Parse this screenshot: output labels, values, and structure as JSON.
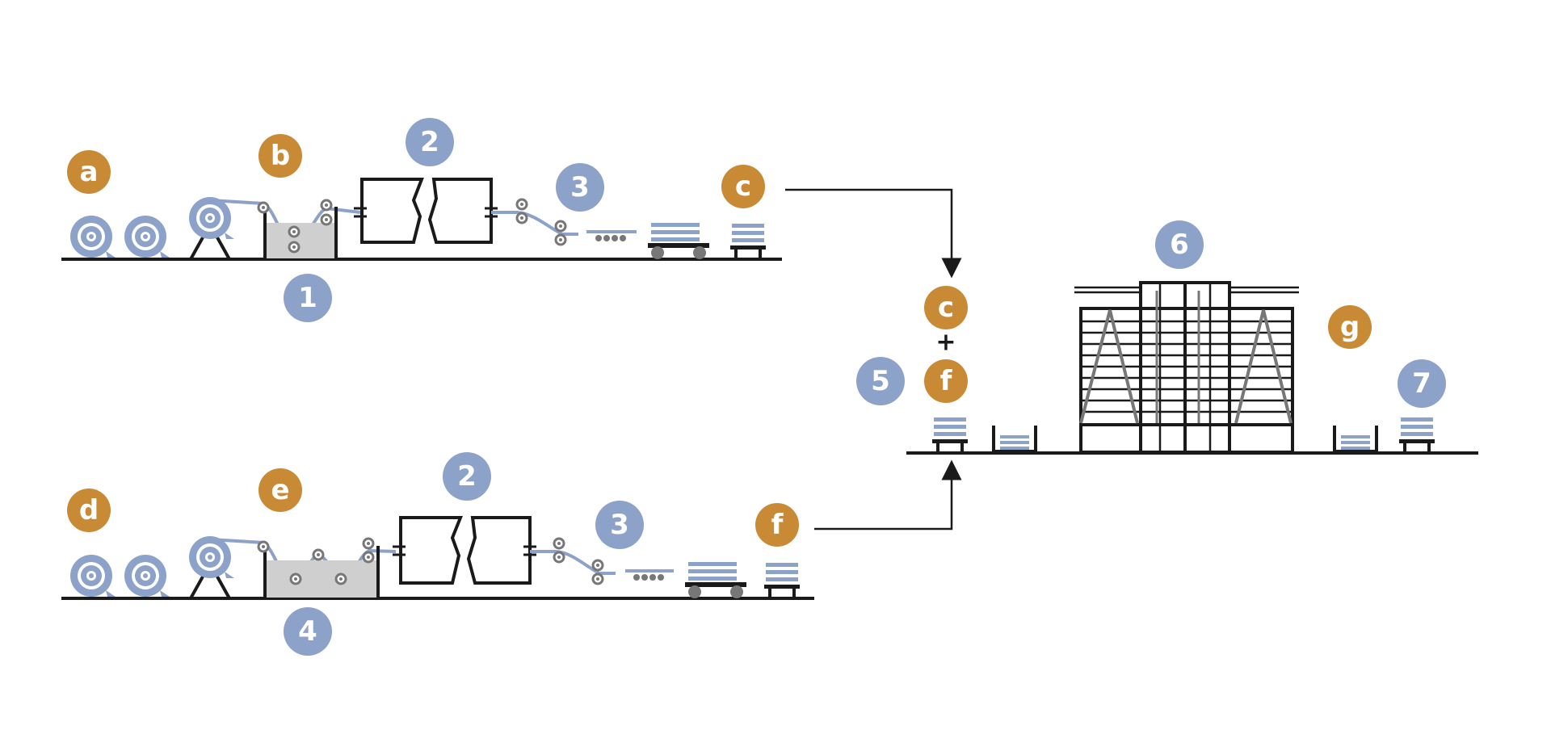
{
  "colors": {
    "process_badge": "#8da2c8",
    "material_badge": "#c98a35",
    "line": "#1a1a1a",
    "fabric": "#8da2c8"
  },
  "badges": {
    "a": "a",
    "b": "b",
    "c_top": "c",
    "c_mid": "c",
    "d": "d",
    "e": "e",
    "f_bottom": "f",
    "f_mid": "f",
    "g": "g",
    "n1": "1",
    "n2_top": "2",
    "n3_top": "3",
    "n2_bottom": "2",
    "n3_bottom": "3",
    "n4": "4",
    "n5": "5",
    "n6": "6",
    "n7": "7"
  },
  "plus": "+"
}
